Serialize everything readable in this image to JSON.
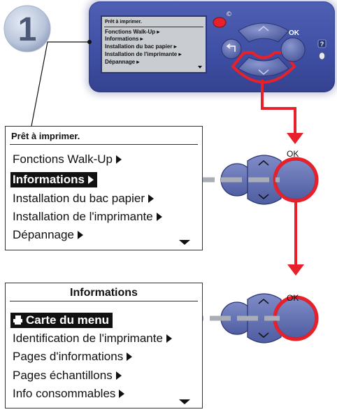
{
  "step": {
    "number": "1"
  },
  "panel": {
    "lcd_title": "Prêt à imprimer.",
    "lcd_items": [
      "Fonctions Walk-Up",
      "Informations",
      "Installation du bac papier",
      "Installation de l'imprimante",
      "Dépannage"
    ],
    "ok_label": "OK",
    "help_label": "?"
  },
  "screen1": {
    "title": "Prêt à imprimer.",
    "items": [
      {
        "label": "Fonctions Walk-Up",
        "selected": false
      },
      {
        "label": "Informations",
        "selected": true
      },
      {
        "label": "Installation du bac papier",
        "selected": false
      },
      {
        "label": "Installation de l'imprimante",
        "selected": false
      },
      {
        "label": "Dépannage",
        "selected": false
      }
    ],
    "ok_label": "OK"
  },
  "screen2": {
    "title": "Informations",
    "items": [
      {
        "label": "Carte du menu",
        "selected": true,
        "icon": "printer-page-icon"
      },
      {
        "label": "Identification de l'imprimante",
        "selected": false
      },
      {
        "label": "Pages d'informations",
        "selected": false
      },
      {
        "label": "Pages échantillons",
        "selected": false
      },
      {
        "label": "Info consommables",
        "selected": false
      }
    ],
    "ok_label": "OK"
  },
  "colors": {
    "panel_blue": "#3e4ea3",
    "highlight_red": "#e8202a",
    "button_blue": "#6a78b8",
    "lcd_gray": "#c9ccd1"
  }
}
